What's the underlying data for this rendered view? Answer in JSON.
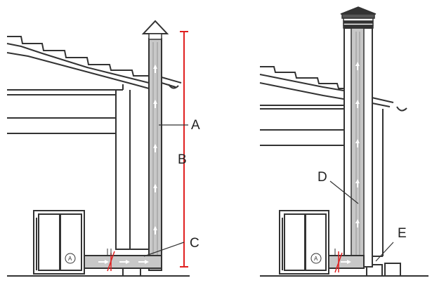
{
  "labels": {
    "a": "A",
    "b": "B",
    "c": "C",
    "d": "D",
    "e": "E"
  },
  "appliance_badge_left": "A",
  "appliance_badge_right": "A",
  "colors": {
    "pipe": "#c8c8c8",
    "line": "#333333",
    "measure": "#e02020"
  }
}
